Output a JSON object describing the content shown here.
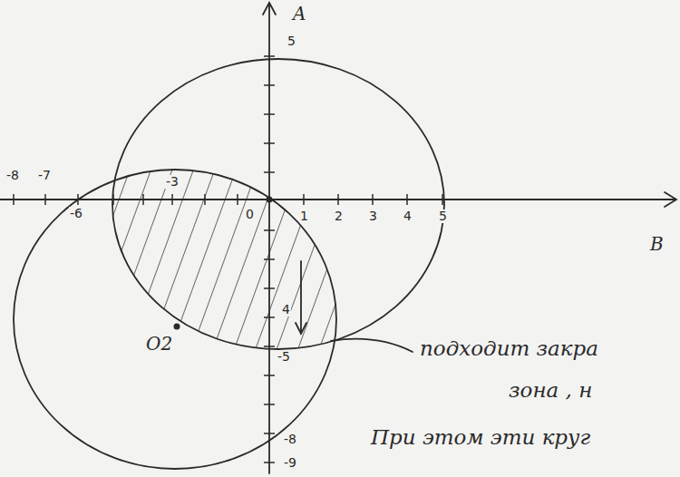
{
  "diagram": {
    "labels": [
      "A",
      "B",
      "5",
      "-5",
      "-8",
      "-9",
      "-8",
      "-7",
      "-6",
      "-3",
      "0",
      "1",
      "2",
      "3",
      "4",
      "5",
      "O2",
      "4",
      "подходит закра",
      "зона , н",
      "При этом эти круг"
    ]
  }
}
